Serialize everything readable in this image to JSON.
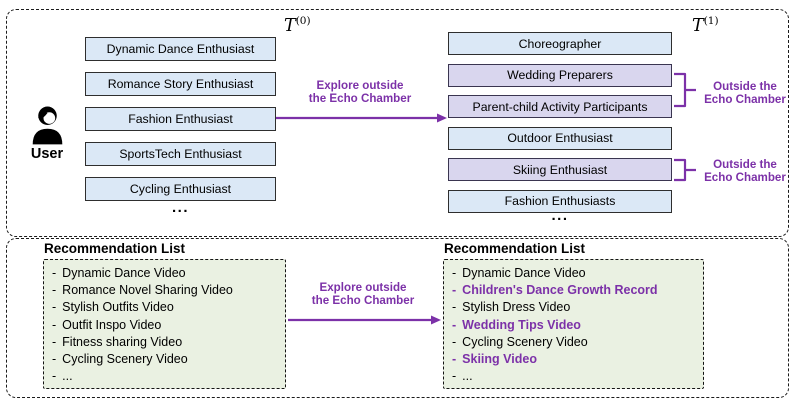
{
  "colors": {
    "accent_purple": "#7c31a8",
    "interest_box_blue": "#dbe8f6",
    "interest_box_highlight_purple": "#d9d6ee",
    "recommendation_box_green": "#eaf1e2"
  },
  "top_panel": {
    "user_label": "User",
    "stage_left_label": "T",
    "stage_left_sup": "(0)",
    "stage_right_label": "T",
    "stage_right_sup": "(1)",
    "left_interests": [
      {
        "text": "Dynamic Dance Enthusiast",
        "highlighted": false
      },
      {
        "text": "Romance Story Enthusiast",
        "highlighted": false
      },
      {
        "text": "Fashion Enthusiast",
        "highlighted": false
      },
      {
        "text": "SportsTech Enthusiast",
        "highlighted": false
      },
      {
        "text": "Cycling Enthusiast",
        "highlighted": false
      }
    ],
    "left_ellipsis": "...",
    "right_interests": [
      {
        "text": "Choreographer",
        "highlighted": false
      },
      {
        "text": "Wedding Preparers",
        "highlighted": true
      },
      {
        "text": "Parent-child Activity Participants",
        "highlighted": true
      },
      {
        "text": "Outdoor Enthusiast",
        "highlighted": false
      },
      {
        "text": "Skiing Enthusiast",
        "highlighted": true
      },
      {
        "text": "Fashion Enthusiasts",
        "highlighted": false
      }
    ],
    "right_ellipsis": "...",
    "explore_arrow_label": {
      "line1": "Explore outside",
      "line2": "the Echo Chamber"
    },
    "outside_label_top": {
      "line1": "Outside the",
      "line2": "Echo Chamber"
    },
    "outside_label_bottom": {
      "line1": "Outside the",
      "line2": "Echo Chamber"
    }
  },
  "bottom_panel": {
    "bullet": "-",
    "left_list": {
      "title": "Recommendation List",
      "items": [
        {
          "text": "Dynamic Dance Video",
          "highlighted": false
        },
        {
          "text": "Romance Novel Sharing Video",
          "highlighted": false
        },
        {
          "text": "Stylish Outfits Video",
          "highlighted": false
        },
        {
          "text": "Outfit Inspo Video",
          "highlighted": false
        },
        {
          "text": "Fitness sharing Video",
          "highlighted": false
        },
        {
          "text": "Cycling Scenery Video",
          "highlighted": false
        },
        {
          "text": "...",
          "highlighted": false
        }
      ]
    },
    "right_list": {
      "title": "Recommendation List",
      "items": [
        {
          "text": "Dynamic Dance Video",
          "highlighted": false
        },
        {
          "text": "Children's Dance Growth Record",
          "highlighted": true
        },
        {
          "text": "Stylish Dress Video",
          "highlighted": false
        },
        {
          "text": "Wedding Tips Video",
          "highlighted": true
        },
        {
          "text": "Cycling Scenery Video",
          "highlighted": false
        },
        {
          "text": "Skiing Video",
          "highlighted": true
        },
        {
          "text": "...",
          "highlighted": false
        }
      ]
    },
    "explore_arrow_label": {
      "line1": "Explore outside",
      "line2": "the Echo Chamber"
    }
  }
}
